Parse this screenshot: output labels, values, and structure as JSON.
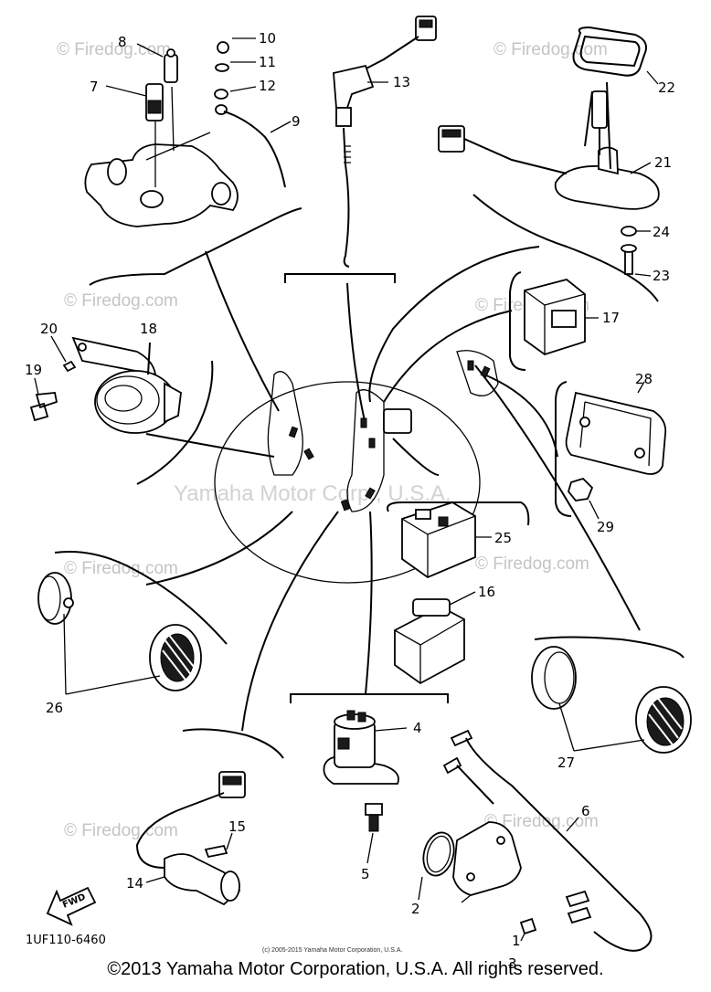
{
  "diagram": {
    "part_numbers": {
      "p1": "1",
      "p2": "2",
      "p3": "3",
      "p4": "4",
      "p5": "5",
      "p6": "6",
      "p7": "7",
      "p8": "8",
      "p9": "9",
      "p10": "10",
      "p11": "11",
      "p12": "12",
      "p13": "13",
      "p14": "14",
      "p15": "15",
      "p16": "16",
      "p17": "17",
      "p18": "18",
      "p19": "19",
      "p20": "20",
      "p21": "21",
      "p22": "22",
      "p23": "23",
      "p24": "24",
      "p25": "25",
      "p26": "26",
      "p27": "27",
      "p28": "28",
      "p29": "29"
    },
    "watermarks": {
      "firedog": "© Firedog.com",
      "yamaha": "Yamaha Motor Corp., U.S.A."
    },
    "fwd_label": "FWD",
    "diagram_code": "1UF110-6460",
    "small_copyright": "(c) 2005-2015 Yamaha Motor Corporation, U.S.A.",
    "footer_copyright": "©2013 Yamaha Motor Corporation, U.S.A. All rights reserved."
  },
  "colors": {
    "ink": "#000000",
    "watermark": "#c4c4c4",
    "background": "#ffffff"
  }
}
